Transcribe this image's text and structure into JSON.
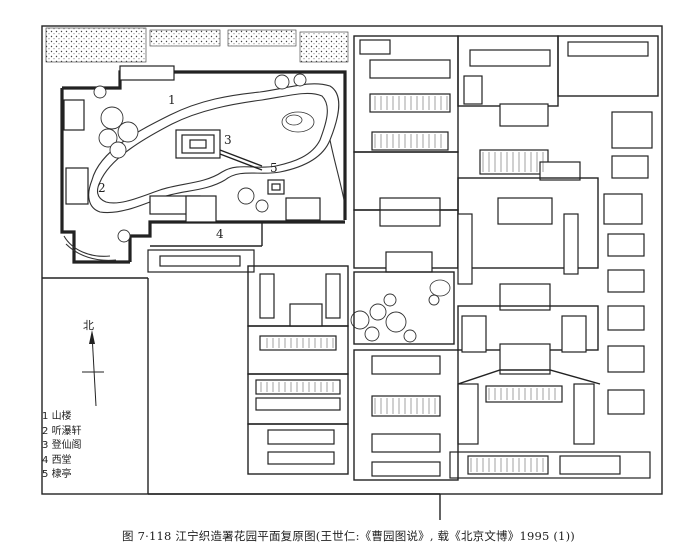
{
  "plan": {
    "labels": [
      {
        "num": "1"
      },
      {
        "num": "2"
      },
      {
        "num": "3"
      },
      {
        "num": "4"
      },
      {
        "num": "5"
      }
    ]
  },
  "compass": {
    "label": "北"
  },
  "legend": {
    "items": [
      {
        "num": "1",
        "name": "山楼"
      },
      {
        "num": "2",
        "name": "听瀑轩"
      },
      {
        "num": "3",
        "name": "登仙阁"
      },
      {
        "num": "4",
        "name": "西堂"
      },
      {
        "num": "5",
        "name": "棣亭"
      }
    ]
  },
  "caption": "图 7·118  江宁织造署花园平面复原图(王世仁:《曹园图说》, 载《北京文博》1995 (1))"
}
